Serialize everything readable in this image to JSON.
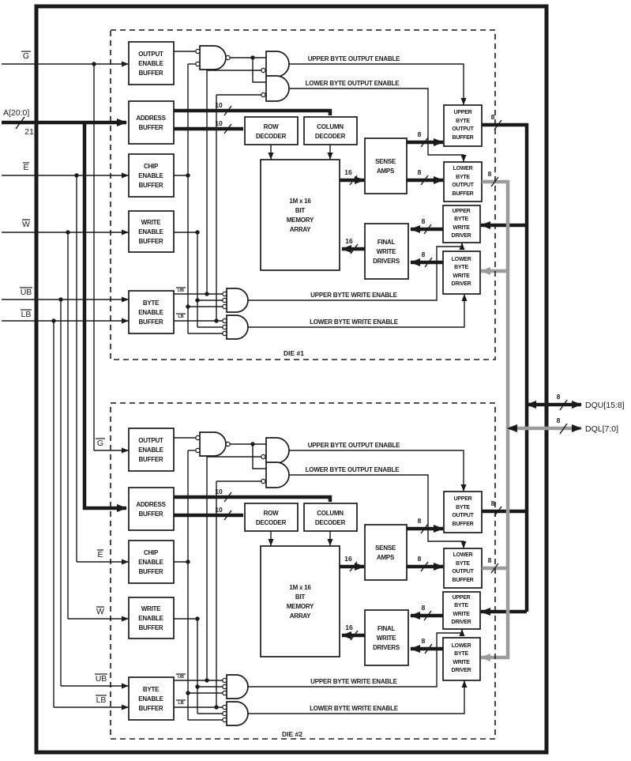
{
  "colors": {
    "ink": "#1a1a1a",
    "gray": "#9b9b9b",
    "paper": "#ffffff"
  },
  "pins": {
    "g": "G",
    "a": "A[20:0]",
    "a_width": "21",
    "e": "E",
    "w": "W",
    "ub": "UB",
    "lb": "LB",
    "dqu": "DQU[15:8]",
    "dql": "DQL[7:0]"
  },
  "bus_widths": {
    "b10": "10",
    "b16": "16",
    "b8": "8"
  },
  "boxes": {
    "output_enable_buffer": [
      "OUTPUT",
      "ENABLE",
      "BUFFER"
    ],
    "address_buffer": [
      "ADDRESS",
      "BUFFER"
    ],
    "chip_enable_buffer": [
      "CHIP",
      "ENABLE",
      "BUFFER"
    ],
    "write_enable_buffer": [
      "WRITE",
      "ENABLE",
      "BUFFER"
    ],
    "byte_enable_buffer": [
      "BYTE",
      "ENABLE",
      "BUFFER"
    ],
    "row_decoder": [
      "ROW",
      "DECODER"
    ],
    "column_decoder": [
      "COLUMN",
      "DECODER"
    ],
    "memory_array": [
      "1M x 16",
      "BIT",
      "MEMORY",
      "ARRAY"
    ],
    "sense_amps": [
      "SENSE",
      "AMPS"
    ],
    "final_write_drivers": [
      "FINAL",
      "WRITE",
      "DRIVERS"
    ],
    "upper_byte_output_buffer": [
      "UPPER",
      "BYTE",
      "OUTPUT",
      "BUFFER"
    ],
    "lower_byte_output_buffer": [
      "LOWER",
      "BYTE",
      "OUTPUT",
      "BUFFER"
    ],
    "upper_byte_write_driver": [
      "UPPER",
      "BYTE",
      "WRITE",
      "DRIVER"
    ],
    "lower_byte_write_driver": [
      "LOWER",
      "BYTE",
      "WRITE",
      "DRIVER"
    ]
  },
  "nets": {
    "upper_byte_output_enable": "UPPER BYTE OUTPUT ENABLE",
    "lower_byte_output_enable": "LOWER BYTE OUTPUT ENABLE",
    "upper_byte_write_enable": "UPPER BYTE WRITE ENABLE",
    "lower_byte_write_enable": "LOWER BYTE WRITE ENABLE",
    "ub_internal": "UB",
    "lb_internal": "LB"
  },
  "dies": [
    {
      "label": "DIE #1"
    },
    {
      "label": "DIE #2"
    }
  ]
}
